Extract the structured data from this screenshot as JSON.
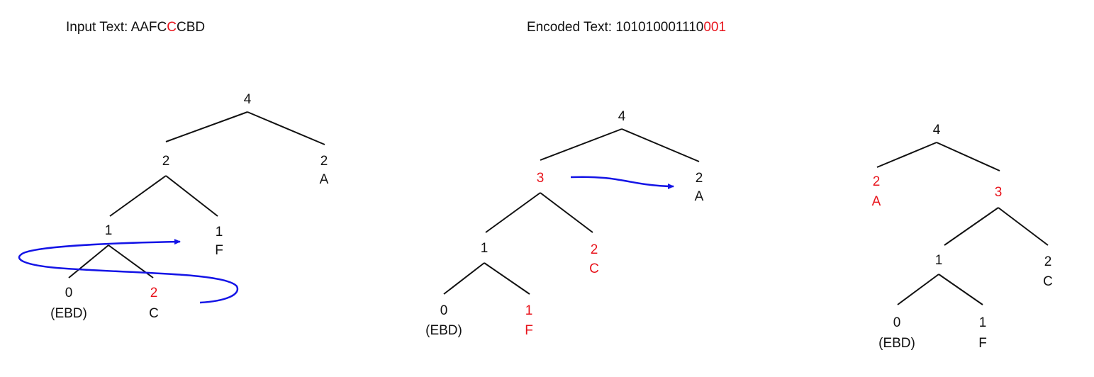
{
  "input_text": {
    "label": "Input Text: ",
    "before": "AAFC",
    "highlight": "C",
    "after": "CBD"
  },
  "encoded_text": {
    "label": "Encoded Text: ",
    "before": "101010001110",
    "highlight": "001"
  },
  "colors": {
    "text": "#111111",
    "highlight": "#e8141c",
    "arrow": "#1414e6",
    "edge": "#111111"
  },
  "trees": [
    {
      "nodes": {
        "root": {
          "weight": "4",
          "symbol": "",
          "highlighted": false
        },
        "n2": {
          "weight": "2",
          "symbol": "",
          "highlighted": false
        },
        "a": {
          "weight": "2",
          "symbol": "A",
          "highlighted": false
        },
        "n1": {
          "weight": "1",
          "symbol": "",
          "highlighted": false
        },
        "f": {
          "weight": "1",
          "symbol": "F",
          "highlighted": false
        },
        "ebd": {
          "weight": "0",
          "symbol": "(EBD)",
          "highlighted": false
        },
        "c": {
          "weight": "2",
          "symbol": "C",
          "highlighted": true,
          "weight_only": true
        }
      }
    },
    {
      "nodes": {
        "root": {
          "weight": "4",
          "symbol": "",
          "highlighted": false
        },
        "n3": {
          "weight": "3",
          "symbol": "",
          "highlighted": true
        },
        "a": {
          "weight": "2",
          "symbol": "A",
          "highlighted": false
        },
        "n1": {
          "weight": "1",
          "symbol": "",
          "highlighted": false
        },
        "c": {
          "weight": "2",
          "symbol": "C",
          "highlighted": true
        },
        "ebd": {
          "weight": "0",
          "symbol": "(EBD)",
          "highlighted": false
        },
        "f": {
          "weight": "1",
          "symbol": "F",
          "highlighted": true
        }
      }
    },
    {
      "nodes": {
        "root": {
          "weight": "4",
          "symbol": "",
          "highlighted": false
        },
        "a": {
          "weight": "2",
          "symbol": "A",
          "highlighted": true
        },
        "n3": {
          "weight": "3",
          "symbol": "",
          "highlighted": true
        },
        "n1": {
          "weight": "1",
          "symbol": "",
          "highlighted": false
        },
        "c": {
          "weight": "2",
          "symbol": "C",
          "highlighted": false
        },
        "ebd": {
          "weight": "0",
          "symbol": "(EBD)",
          "highlighted": false
        },
        "f": {
          "weight": "1",
          "symbol": "F",
          "highlighted": false
        }
      }
    }
  ]
}
